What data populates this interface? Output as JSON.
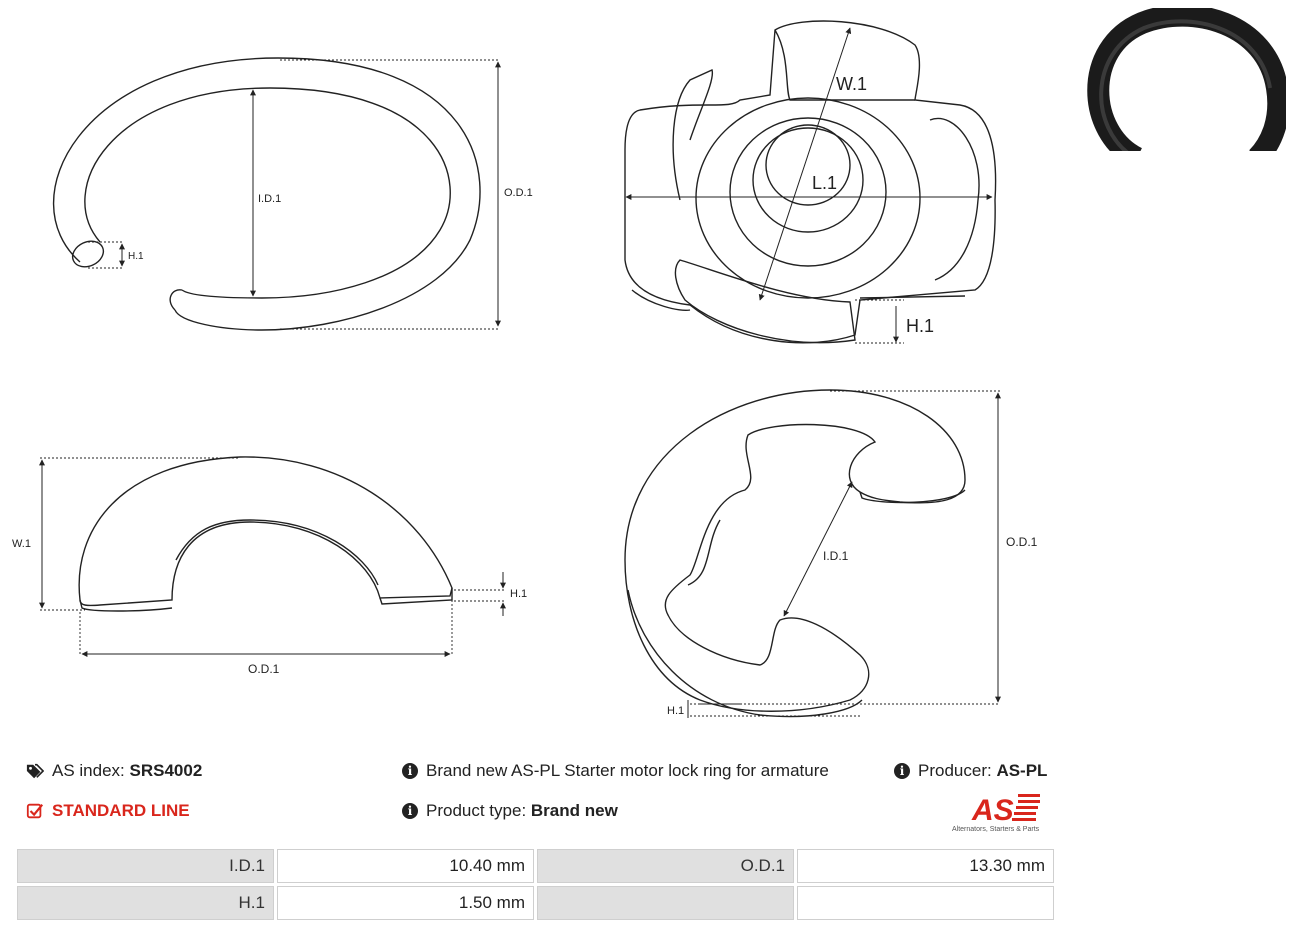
{
  "product": {
    "index_label": "AS index:",
    "index_value": "SRS4002",
    "line": "STANDARD LINE",
    "description": "Brand new AS-PL Starter motor lock ring for armature",
    "type_label": "Product type:",
    "type_value": "Brand new",
    "producer_label": "Producer:",
    "producer_value": "AS-PL"
  },
  "logo": {
    "mark": "AS",
    "tagline": "Alternators, Starters & Parts"
  },
  "drawing_labels": {
    "id": "I.D.1",
    "od": "O.D.1",
    "h": "H.1",
    "w": "W.1",
    "l": "L.1"
  },
  "specs": [
    {
      "k1": "I.D.1",
      "v1": "10.40 mm",
      "k2": "O.D.1",
      "v2": "13.30 mm"
    },
    {
      "k1": "H.1",
      "v1": "1.50 mm",
      "k2": "",
      "v2": ""
    }
  ],
  "colors": {
    "accent": "#d9261c",
    "line": "#222222",
    "table_key": "#e0e0e0"
  },
  "icons": [
    "tags-icon",
    "check-square-icon",
    "info-circle-icon"
  ]
}
